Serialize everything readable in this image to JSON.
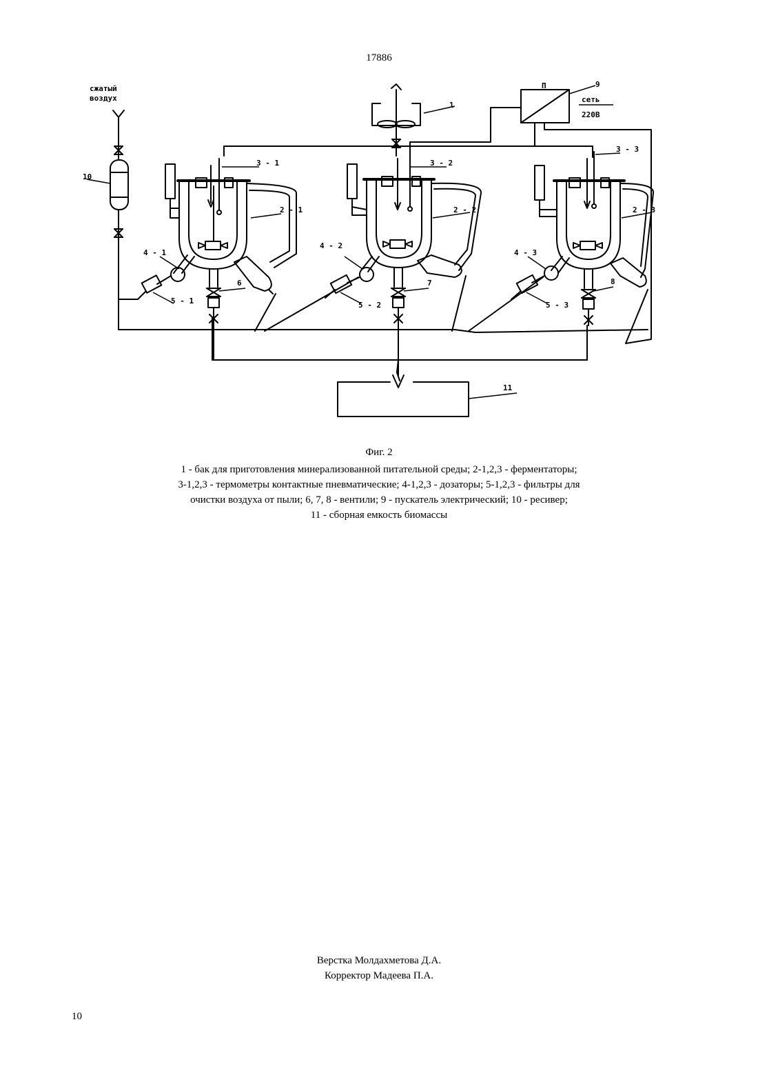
{
  "header": {
    "doc_number": "17886"
  },
  "figure": {
    "labels": {
      "air_line1": "сжатый",
      "air_line2": "воздух",
      "tank": "1",
      "starter": "9",
      "starter_mark": "П",
      "network": "сеть",
      "voltage": "220В",
      "receiver": "10",
      "thermo1": "3 - 1",
      "thermo2": "3 - 2",
      "thermo3": "3 - 3",
      "ferm1": "2 - 1",
      "ferm2": "2 - 2",
      "ferm3": "2 - 3",
      "doser1": "4 - 1",
      "doser2": "4 - 2",
      "doser3": "4 - 3",
      "filter1": "5 - 1",
      "filter2": "5 - 2",
      "filter3": "5 - 3",
      "valve6": "6",
      "valve7": "7",
      "valve8": "8",
      "collector": "11"
    }
  },
  "caption": {
    "title": "Фиг. 2",
    "lines": [
      "1 - бак для приготовления минерализованной питательной среды; 2-1,2,3 - ферментаторы;",
      "3-1,2,3 - термометры контактные пневматические; 4-1,2,3 - дозаторы; 5-1,2,3 - фильтры для",
      "очистки воздуха от пыли; 6, 7, 8 - вентили; 9 - пускатель электрический; 10 - ресивер;",
      "11 - сборная емкость биомассы"
    ]
  },
  "credits": {
    "layout": "Верстка Молдахметова Д.А.",
    "corrector": "Корректор Мадеева П.А."
  },
  "footer": {
    "page_number": "10"
  }
}
